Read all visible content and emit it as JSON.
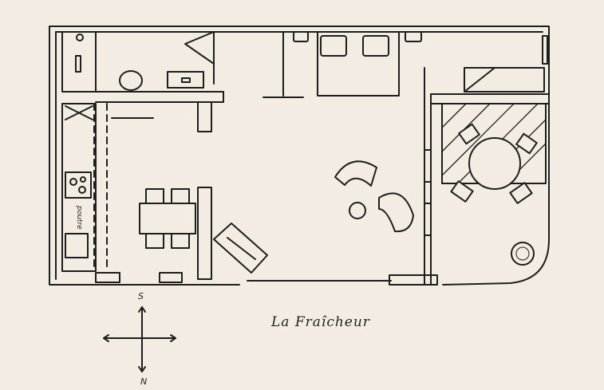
{
  "plan": {
    "title": "La Fraîcheur",
    "beam_label": "poutre",
    "compass": {
      "top": "S",
      "bottom": "N"
    },
    "colors": {
      "paper": "#f3ece2",
      "ink": "#1e1e1e"
    }
  }
}
